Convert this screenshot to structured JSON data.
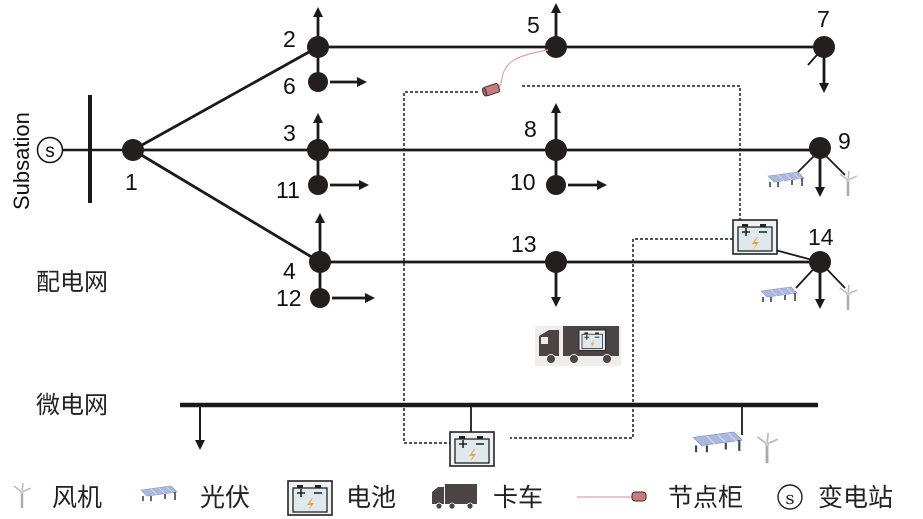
{
  "title_vertical": "Subsation",
  "substation_symbol": "s",
  "regions": {
    "distribution_grid": "配电网",
    "microgrid": "微电网"
  },
  "nodes": [
    {
      "id": "1"
    },
    {
      "id": "2"
    },
    {
      "id": "3"
    },
    {
      "id": "4"
    },
    {
      "id": "5"
    },
    {
      "id": "6"
    },
    {
      "id": "7"
    },
    {
      "id": "8"
    },
    {
      "id": "9"
    },
    {
      "id": "10"
    },
    {
      "id": "11"
    },
    {
      "id": "12"
    },
    {
      "id": "13"
    },
    {
      "id": "14"
    }
  ],
  "legend": [
    {
      "icon": "wind-turbine-icon",
      "label": "风机"
    },
    {
      "icon": "solar-panel-icon",
      "label": "光伏"
    },
    {
      "icon": "battery-icon",
      "label": "电池"
    },
    {
      "icon": "truck-icon",
      "label": "卡车"
    },
    {
      "icon": "node-cabinet-icon",
      "label": "节点柜"
    },
    {
      "icon": "substation-icon",
      "label": "变电站",
      "symbol": "s"
    }
  ],
  "colors": {
    "line": "#1a1a1a",
    "node": "#231f1e",
    "cable": "#e8a0a0",
    "cabinet": "#c97a7a",
    "battery_fill": "#dfe8ec",
    "bolt": "#f2a23c",
    "truck": "#4a4444",
    "solar": "#a9b8dc"
  }
}
